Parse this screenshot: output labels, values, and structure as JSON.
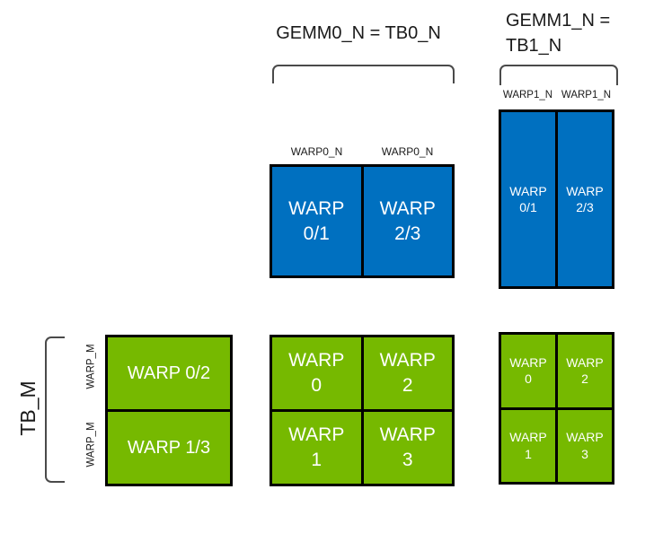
{
  "titles": {
    "gemm0": "GEMM0_N = TB0_N",
    "gemm1_line1": "GEMM1_N =",
    "gemm1_line2": "TB1_N",
    "tb_m": "TB_M"
  },
  "labels": {
    "warp0_n": [
      "WARP0_N",
      "WARP0_N"
    ],
    "warp1_n": [
      "WARP1_N",
      "WARP1_N"
    ],
    "warp_m": [
      "WARP_M",
      "WARP_M"
    ]
  },
  "colors": {
    "blue": "#0070C0",
    "green": "#76B900",
    "box_border": "#000000",
    "bracket": "#4a4a4a",
    "text_dark": "#1a1a1a",
    "text_light": "#ffffff"
  },
  "grids": {
    "center_blue": [
      {
        "line1": "WARP",
        "line2": "0/1"
      },
      {
        "line1": "WARP",
        "line2": "2/3"
      }
    ],
    "right_blue": [
      {
        "line1": "WARP",
        "line2": "0/1"
      },
      {
        "line1": "WARP",
        "line2": "2/3"
      }
    ],
    "left_green": [
      {
        "label": "WARP 0/2"
      },
      {
        "label": "WARP 1/3"
      }
    ],
    "center_green": [
      {
        "line1": "WARP",
        "line2": "0"
      },
      {
        "line1": "WARP",
        "line2": "2"
      },
      {
        "line1": "WARP",
        "line2": "1"
      },
      {
        "line1": "WARP",
        "line2": "3"
      }
    ],
    "right_green": [
      {
        "line1": "WARP",
        "line2": "0"
      },
      {
        "line1": "WARP",
        "line2": "2"
      },
      {
        "line1": "WARP",
        "line2": "1"
      },
      {
        "line1": "WARP",
        "line2": "3"
      }
    ]
  }
}
